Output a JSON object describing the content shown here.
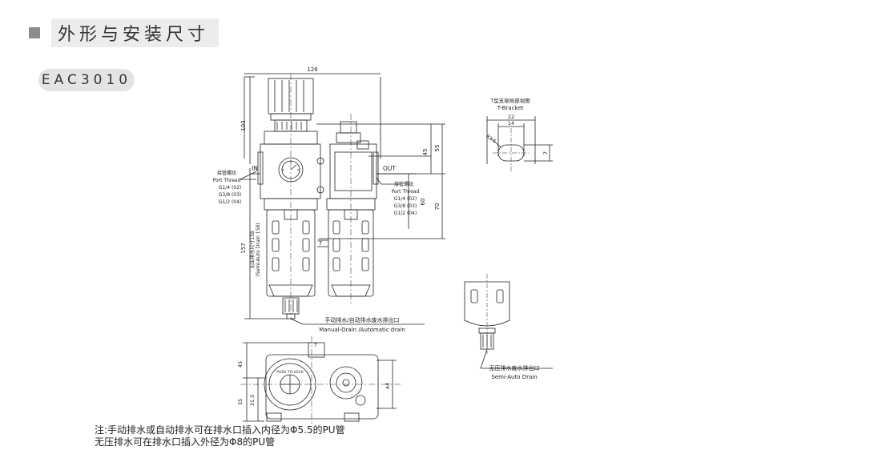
{
  "header": {
    "title": "外形与安装尺寸"
  },
  "model": "EAC3010",
  "dims": {
    "d126": "126",
    "d103": "103",
    "d157": "157",
    "d45": "45",
    "d55": "55",
    "d60": "60",
    "d70": "70",
    "d7": "7",
    "d7b": "7",
    "bottom_d45": "45",
    "bottom_d35": "35",
    "bottom_d315": "31.5",
    "bottom_d44": "44"
  },
  "labels": {
    "in": "IN",
    "out": "OUT",
    "port_cn": "接管螺纹",
    "port_en": "Port Thread",
    "g14": "G1/4 (02)",
    "g38": "G3/8 (03)",
    "g12": "G1/2 (04)",
    "vertical_cn": "无压排水尺寸158",
    "vertical_en": "(Semi-Auto Drain 158)",
    "drain_cn": "手动排水/自动排水废水排出口",
    "drain_en": "Manual-Drain /Automatic drain",
    "push_lock": "PUSH TO LOCK"
  },
  "bracket": {
    "title_cn": "T型支架局部视图",
    "title_en": "T-Bracket",
    "d22": "22",
    "d14": "14",
    "r": "R3.5",
    "d7": "7"
  },
  "semi_auto": {
    "cn": "无压排水废水排出口",
    "en": "Semi-Auto Drain"
  },
  "notes": {
    "line1": "注:手动排水或自动排水可在排水口插入内径为Φ5.5的PU管",
    "line2": "无压排水可在排水口插入外径为Φ8的PU管"
  }
}
